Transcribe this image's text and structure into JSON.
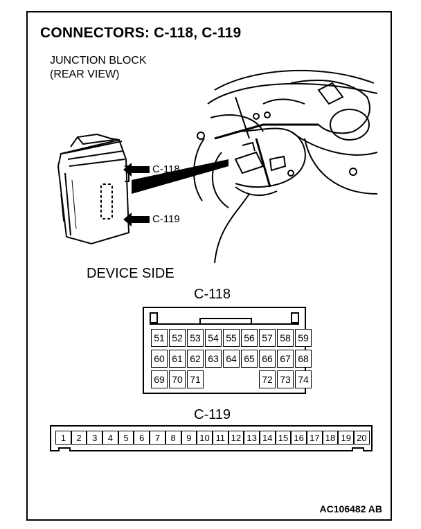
{
  "title": "CONNECTORS: C-118, C-119",
  "junction_block": {
    "line1": "JUNCTION BLOCK",
    "line2": "(REAR VIEW)"
  },
  "callouts": {
    "c118": "C-118",
    "c119": "C-119"
  },
  "device_side": "DEVICE SIDE",
  "c118": {
    "label": "C-118",
    "rows": [
      [
        "51",
        "52",
        "53",
        "54",
        "55",
        "56",
        "57",
        "58",
        "59"
      ],
      [
        "60",
        "61",
        "62",
        "63",
        "64",
        "65",
        "66",
        "67",
        "68"
      ],
      [
        "69",
        "70",
        "71",
        "",
        "",
        "",
        "72",
        "73",
        "74"
      ]
    ]
  },
  "c119": {
    "label": "C-119",
    "pins": [
      "1",
      "2",
      "3",
      "4",
      "5",
      "6",
      "7",
      "8",
      "9",
      "10",
      "11",
      "12",
      "13",
      "14",
      "15",
      "16",
      "17",
      "18",
      "19",
      "20"
    ]
  },
  "figure_code": "AC106482 AB"
}
